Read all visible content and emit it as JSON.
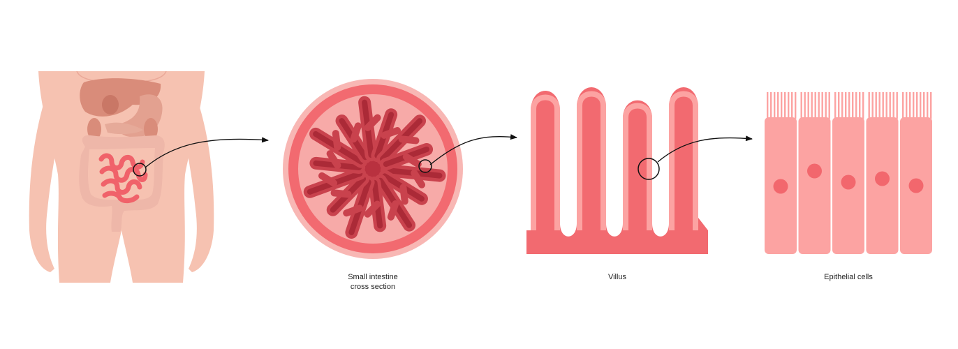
{
  "captions": {
    "cross_section_line1": "Small intestine",
    "cross_section_line2": "cross section",
    "villus": "Villus",
    "epithelial": "Epithelial cells"
  },
  "colors": {
    "skin": "#f6c2b1",
    "skin_dark": "#eaa898",
    "organ": "#d98c7a",
    "intestine_small": "#f0626a",
    "intestine_large": "#eeb7a9",
    "wall_red": "#f26a70",
    "wall_outer": "#f8b7b4",
    "lumen": "#b9313f",
    "cell_pink": "#fca3a2",
    "cell_border": "#f8c3c1",
    "nucleus": "#f2676d",
    "arrow": "#111111"
  }
}
